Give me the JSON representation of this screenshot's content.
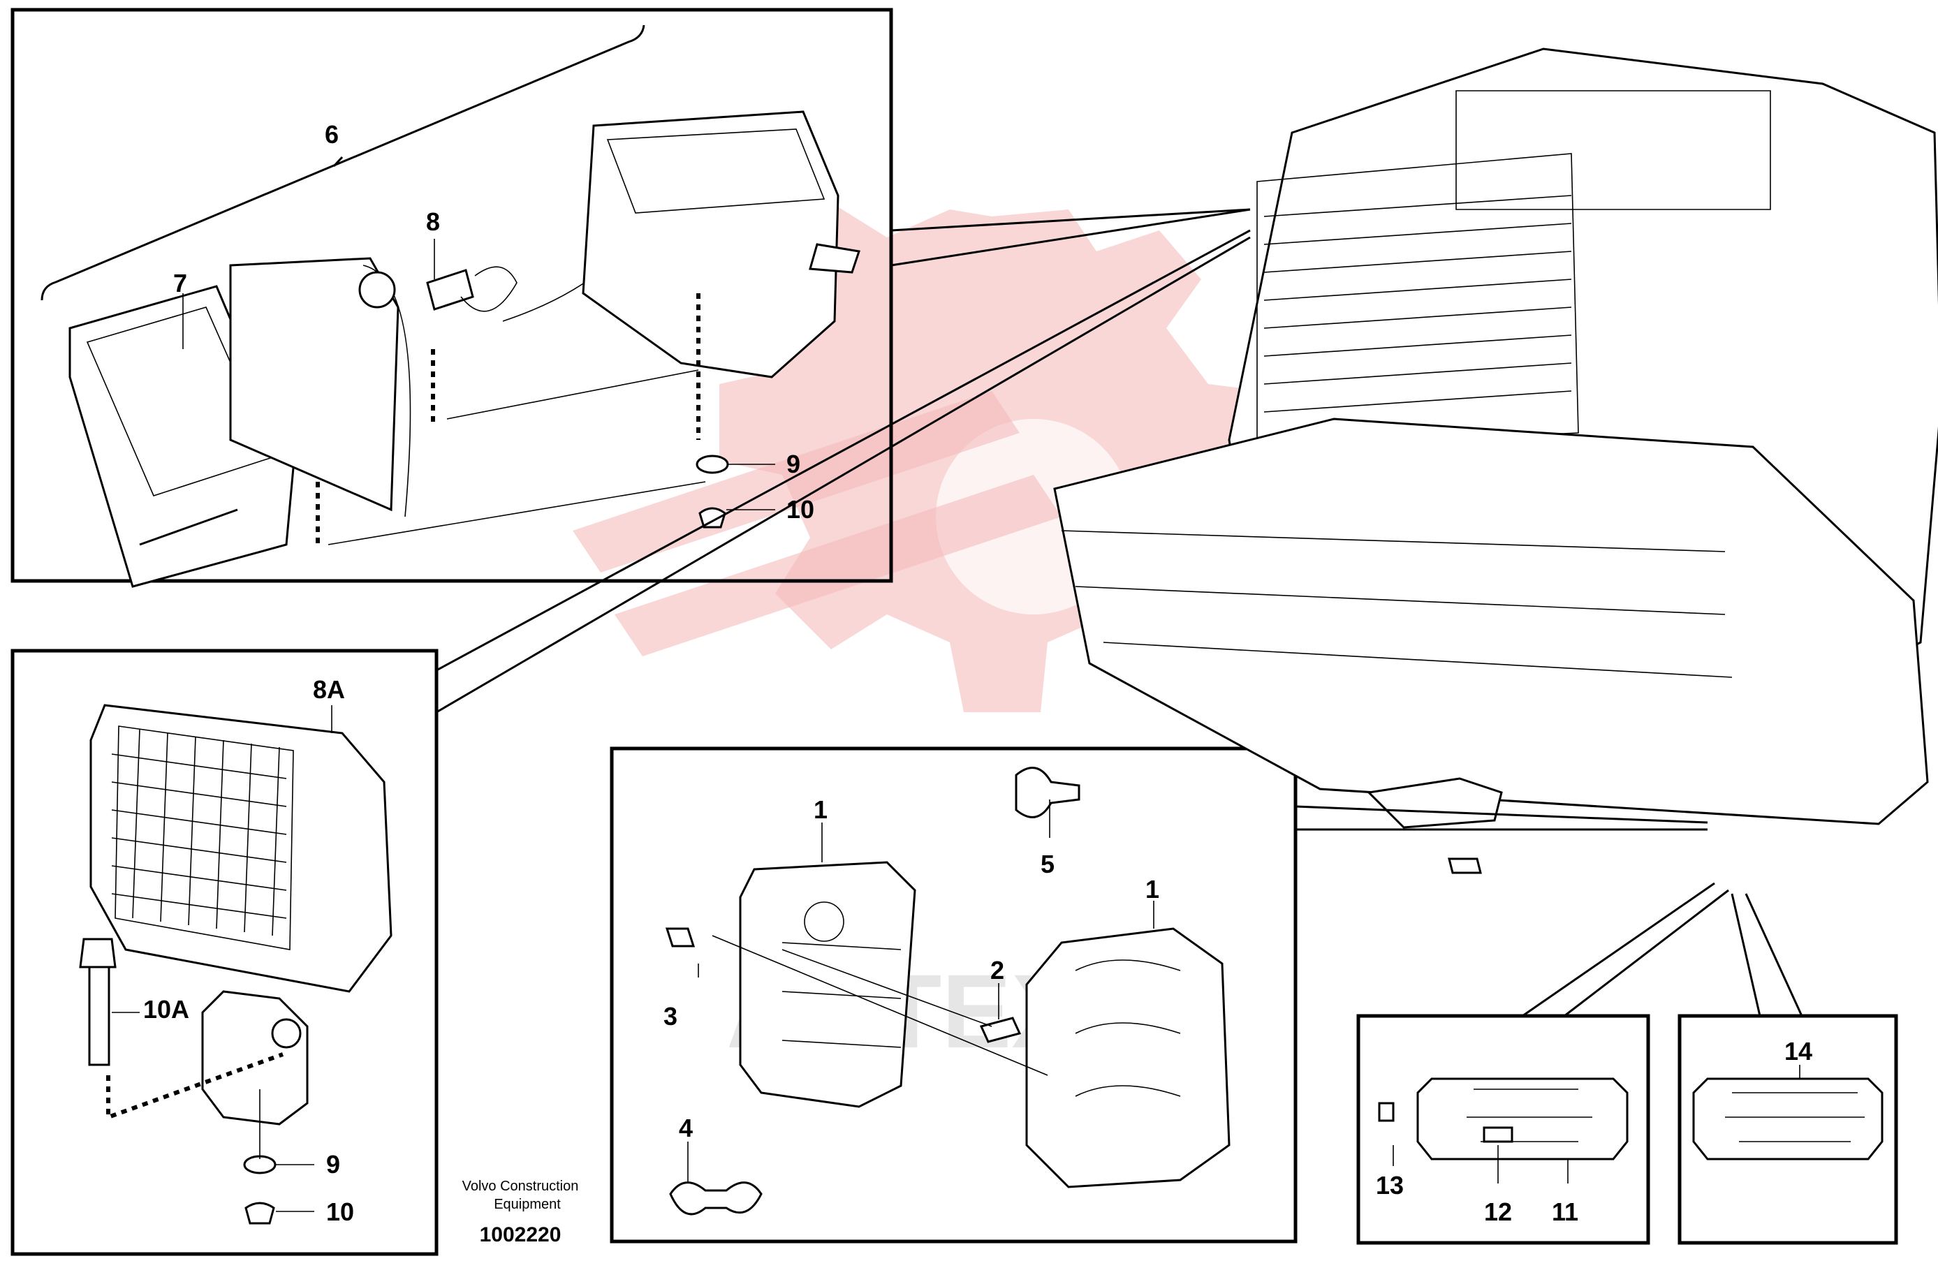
{
  "callouts": {
    "c6": "6",
    "c7": "7",
    "c8": "8",
    "c9a": "9",
    "c10a": "10",
    "c8A": "8A",
    "c10A": "10A",
    "c9b": "9",
    "c10b": "10",
    "c1a": "1",
    "c1b": "1",
    "c2": "2",
    "c3": "3",
    "c4": "4",
    "c5": "5",
    "c11": "11",
    "c12": "12",
    "c13": "13",
    "c14": "14"
  },
  "footer": {
    "line1": "Volvo Construction",
    "line2": "Equipment",
    "doc_number": "1002220"
  },
  "watermark": {
    "text": "AUTEX",
    "color": "#f4b7b7"
  }
}
